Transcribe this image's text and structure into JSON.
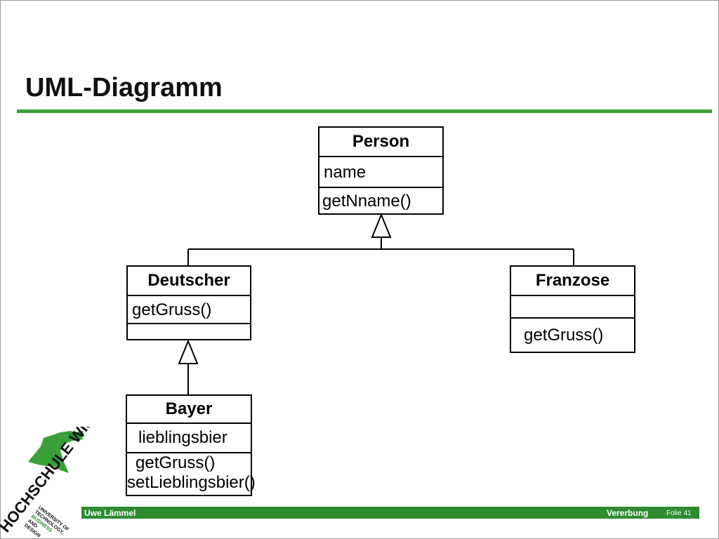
{
  "slide": {
    "title": "UML-Diagramm",
    "accent_color": "#3aa03a"
  },
  "diagram": {
    "classes": {
      "person": {
        "name": "Person",
        "attributes": [
          "name"
        ],
        "methods": [
          "getNname()"
        ]
      },
      "deutscher": {
        "name": "Deutscher",
        "attributes": [
          "getGruss()"
        ],
        "methods": []
      },
      "franzose": {
        "name": "Franzose",
        "attributes": [],
        "methods": [
          "getGruss()"
        ]
      },
      "bayer": {
        "name": "Bayer",
        "attributes": [
          "lieblingsbier"
        ],
        "methods": [
          "getGruss()",
          "setLieblingsbier()"
        ]
      }
    },
    "relations": [
      {
        "from": "Deutscher",
        "to": "Person",
        "type": "generalization"
      },
      {
        "from": "Franzose",
        "to": "Person",
        "type": "generalization"
      },
      {
        "from": "Bayer",
        "to": "Deutscher",
        "type": "generalization"
      }
    ]
  },
  "footer": {
    "author": "Uwe Lämmel",
    "topic": "Vererbung",
    "folie": "Folie 41",
    "bar_color": "#2e8b2e"
  },
  "logo": {
    "main_text": "HOCHSCHULE WISMAR",
    "line1": "UNIVERSITY OF",
    "line2": "TECHNOLOGY,",
    "line3": "BUSINESS",
    "line4": "AND",
    "line5": "DESIGN"
  }
}
